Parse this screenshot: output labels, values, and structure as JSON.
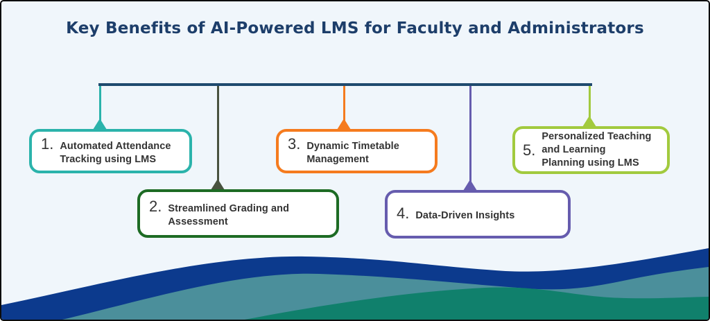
{
  "title": "Key Benefits of AI-Powered LMS for Faculty and Administrators",
  "theme": {
    "background": "#f0f6fb",
    "title_color": "#1d3e6a",
    "tree_line_color": "#1f4a6e",
    "text_color": "#333333",
    "box_background": "#ffffff"
  },
  "items": [
    {
      "number": "1.",
      "label": "Automated Attendance\nTracking using LMS",
      "color": "#2bb3ab",
      "connector_color": "#2bb3ab"
    },
    {
      "number": "2.",
      "label": "Streamlined Grading and\nAssessment",
      "color": "#1d6b24",
      "connector_color": "#49523f"
    },
    {
      "number": "3.",
      "label": "Dynamic Timetable\nManagement",
      "color": "#f57b1e",
      "connector_color": "#f57b1e"
    },
    {
      "number": "4.",
      "label": "Data-Driven Insights",
      "color": "#665cae",
      "connector_color": "#665cae"
    },
    {
      "number": "5.",
      "label": "Personalized Teaching\nand Learning\nPlanning using LMS",
      "color": "#a2ca3e",
      "connector_color": "#a2ca3e"
    }
  ],
  "waves": {
    "navy": "#0c3a8d",
    "teal": "#4b8f9b",
    "green": "#10806c"
  }
}
